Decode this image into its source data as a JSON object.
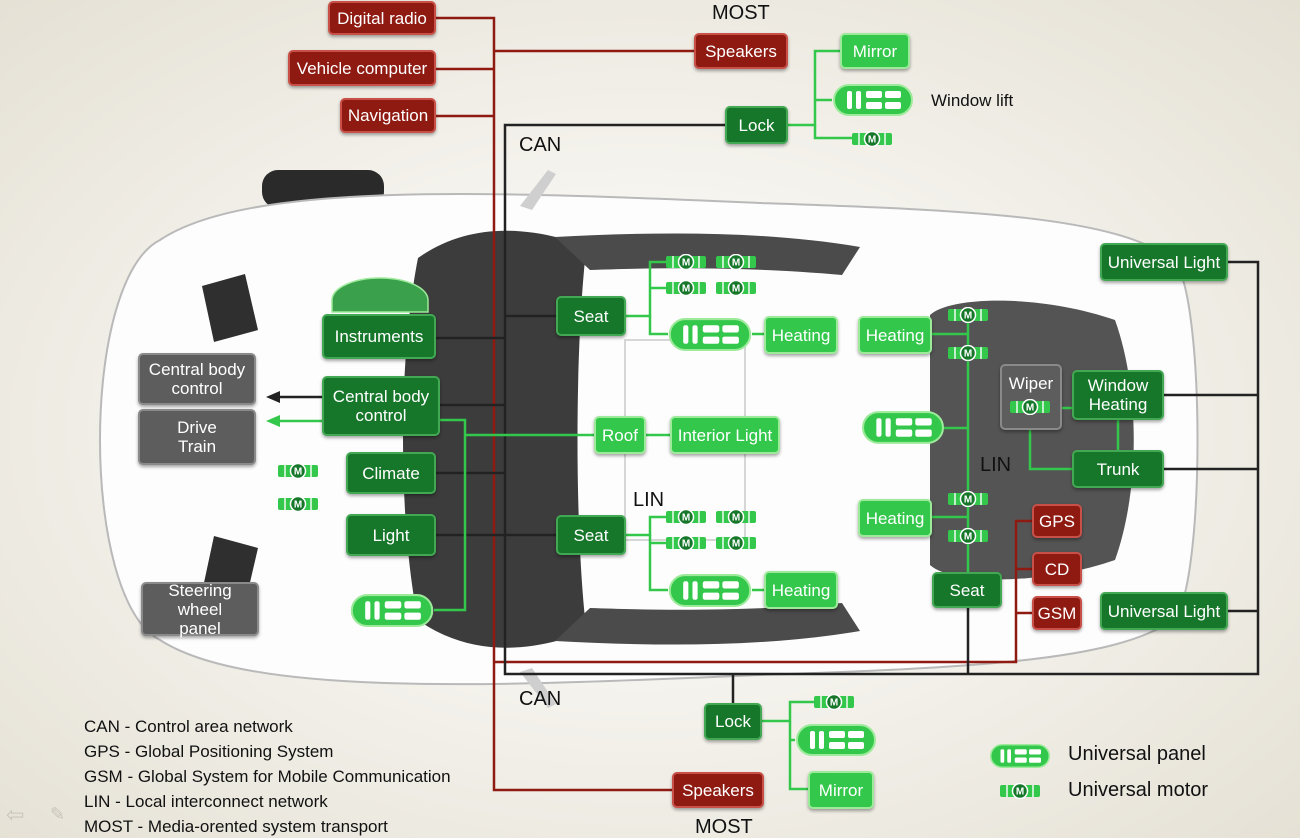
{
  "most_label_top": "MOST",
  "most_label_bottom": "MOST",
  "can_label_top": "CAN",
  "can_label_bottom": "CAN",
  "lin_label_mid": "LIN",
  "lin_label_rear": "LIN",
  "window_lift_label": "Window lift",
  "most_units": {
    "digital_radio": "Digital radio",
    "vehicle_computer": "Vehicle computer",
    "navigation": "Navigation",
    "speakers_top": "Speakers",
    "speakers_bottom": "Speakers",
    "gps": "GPS",
    "cd": "CD",
    "gsm": "GSM"
  },
  "can_units": {
    "lock_top": "Lock",
    "lock_bottom": "Lock",
    "instruments": "Instruments",
    "central_body_control": "Central body control",
    "climate": "Climate",
    "light": "Light",
    "seat_front_top": "Seat",
    "seat_front_bottom": "Seat",
    "universal_light_top": "Universal Light",
    "universal_light_bottom": "Universal Light",
    "window_heating": "Window Heating",
    "trunk": "Trunk",
    "seat_rear": "Seat",
    "wiper": "Wiper"
  },
  "lin_units": {
    "mirror_top": "Mirror",
    "mirror_bottom": "Mirror",
    "heating_front_top": "Heating",
    "heating_front_bottom": "Heating",
    "roof": "Roof",
    "interior_light": "Interior Light",
    "heating_rear_top": "Heating",
    "heating_rear_bottom": "Heating"
  },
  "external_units": {
    "central_body_control": "Central body control",
    "drive_train": "Drive Train",
    "steering_wheel_panel": "Steering wheel panel"
  },
  "motor_glyph": "M",
  "legend": {
    "abbreviations": [
      "CAN - Control area network",
      "GPS - Global Positioning System",
      "GSM - Global System for Mobile Communication",
      "LIN - Local interconnect network",
      "MOST - Media-orented system transport"
    ],
    "universal_panel": "Universal panel",
    "universal_motor": "Universal motor"
  },
  "colors": {
    "most_bus": "#8e1a12",
    "can_bus": "#222222",
    "lin_bus": "#33c84b",
    "can_unit": "#16772a",
    "lin_unit": "#33c84b",
    "external_unit": "#5d5d5d"
  }
}
